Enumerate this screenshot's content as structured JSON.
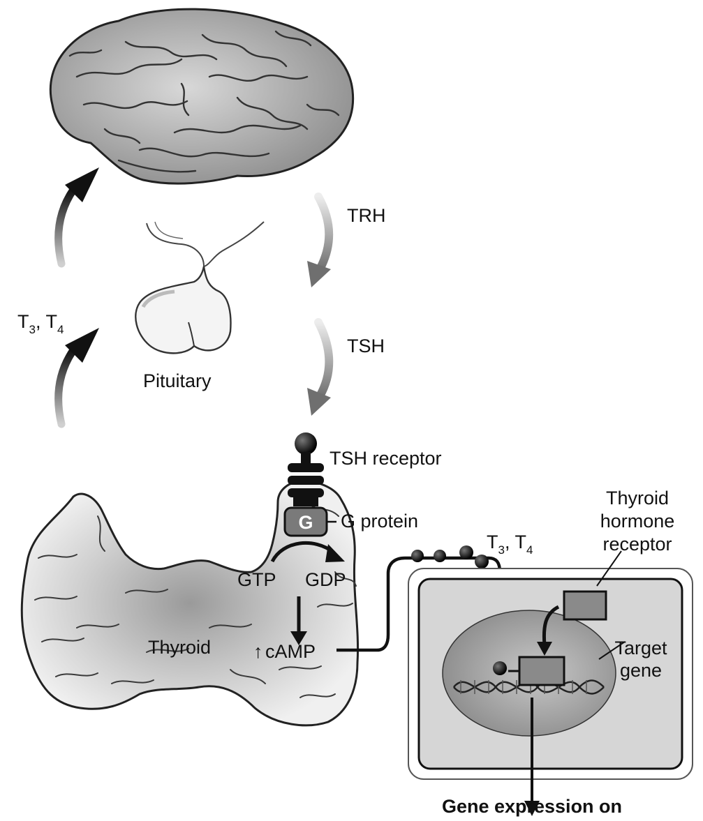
{
  "labels": {
    "trh": "TRH",
    "tsh": "TSH",
    "t3t4_left": {
      "t3": "T",
      "sub3": "3",
      "sep": ", T",
      "sub4": "4"
    },
    "pituitary": "Pituitary",
    "tsh_receptor": "TSH receptor",
    "g_protein": "G protein",
    "g_letter": "G",
    "thyroid_hormone_receptor": [
      "Thyroid",
      "hormone",
      "receptor"
    ],
    "t3t4_right": {
      "t3": "T",
      "sub3": "3",
      "sep": ", T",
      "sub4": "4"
    },
    "gtp": "GTP",
    "gdp": "GDP",
    "thyroid": "Thyroid",
    "camp": "cAMP",
    "camp_arrow": "↑",
    "target_gene": [
      "Target",
      "gene"
    ],
    "gene_expression": "Gene expression on"
  },
  "colors": {
    "ink": "#111111",
    "gland_fill": "#e6e6e6",
    "gland_shade": "#9a9a9a",
    "arrow_gray": "#8a8a8a",
    "cell_fill": "#d9d9d9",
    "nucleus_fill": "#a8a8a8",
    "receptor_box": "#8c8c8c"
  }
}
